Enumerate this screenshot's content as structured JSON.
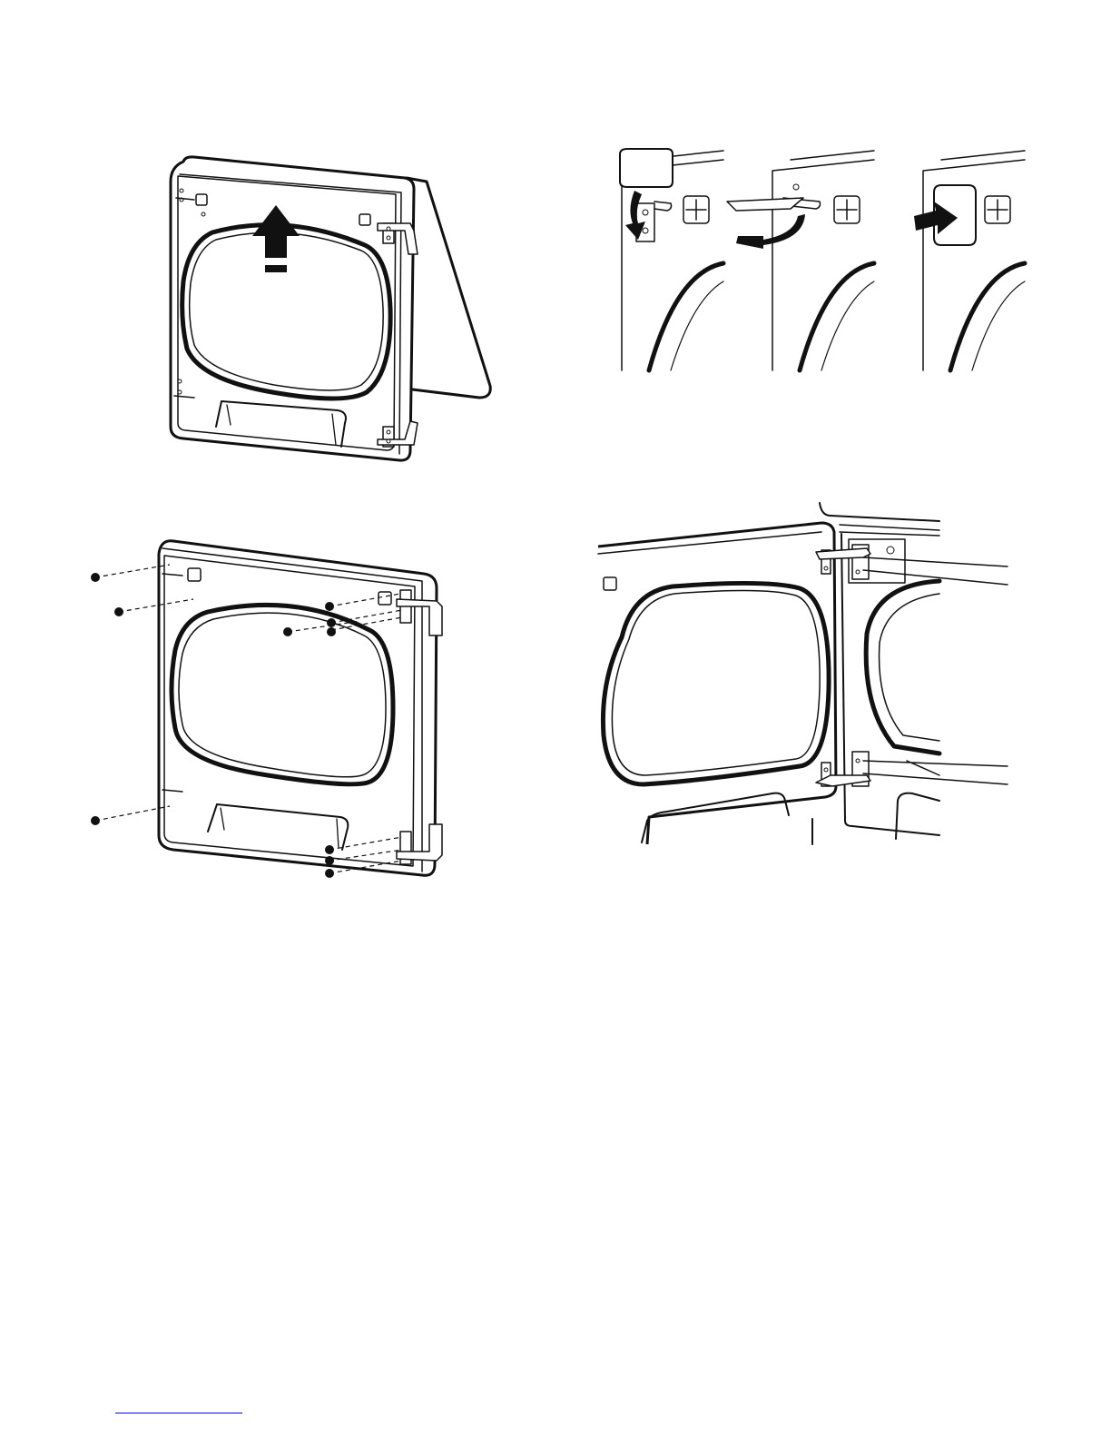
{
  "figures": [
    {
      "id": "lift-door-off-hinges",
      "arrow": "up-arrow-icon"
    },
    {
      "id": "swap-hinge-plugs",
      "steps": 3
    },
    {
      "id": "screw-locations",
      "screws": 10
    },
    {
      "id": "reattach-door-to-cabinet"
    }
  ],
  "colors": {
    "line": "#111111",
    "fill": "#ffffff",
    "footer_rule": "#0000ee"
  }
}
